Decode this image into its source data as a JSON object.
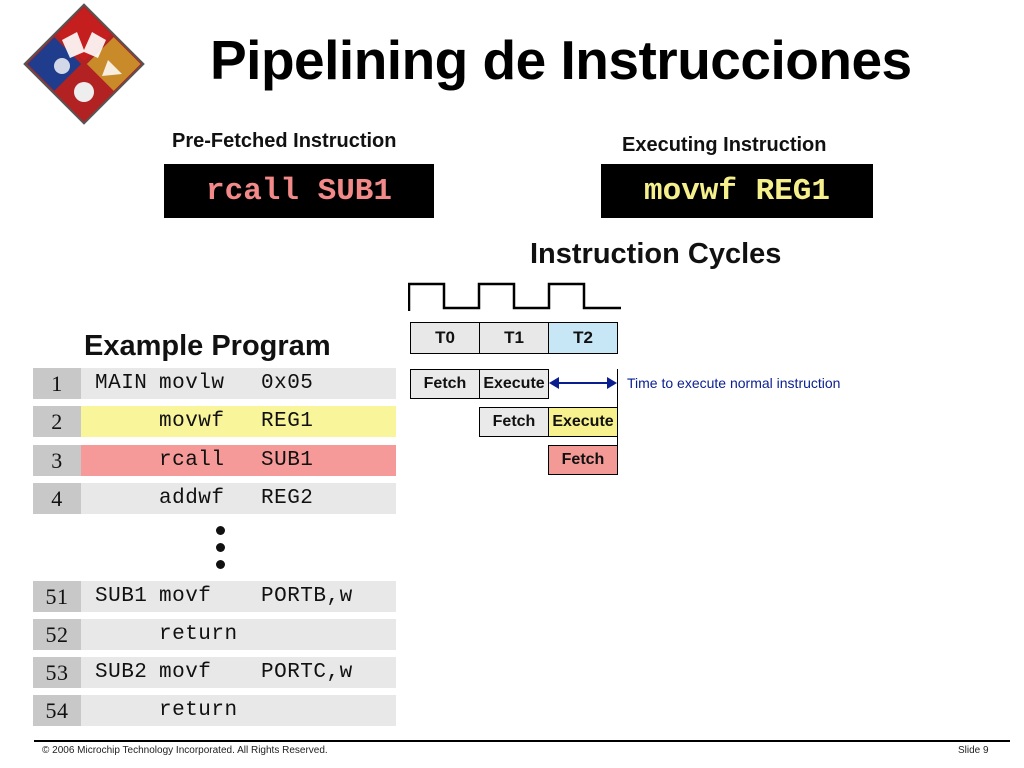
{
  "slide": {
    "title": "Pipelining de Instrucciones",
    "prefetched": {
      "label": "Pre-Fetched Instruction",
      "code": "rcall SUB1"
    },
    "executing": {
      "label": "Executing Instruction",
      "code": "movwf REG1"
    },
    "cycles": {
      "title": "Instruction Cycles",
      "headers": [
        "T0",
        "T1",
        "T2"
      ],
      "stages": {
        "fetch": "Fetch",
        "execute": "Execute"
      },
      "note": "Time to execute normal instruction"
    },
    "program": {
      "title": "Example Program",
      "rows": [
        {
          "num": "1",
          "label": "MAIN",
          "op": "movlw",
          "arg": "0x05"
        },
        {
          "num": "2",
          "label": "",
          "op": "movwf",
          "arg": "REG1"
        },
        {
          "num": "3",
          "label": "",
          "op": "rcall",
          "arg": "SUB1"
        },
        {
          "num": "4",
          "label": "",
          "op": "addwf",
          "arg": "REG2"
        },
        {
          "num": "51",
          "label": "SUB1",
          "op": "movf",
          "arg": "PORTB,w"
        },
        {
          "num": "52",
          "label": "",
          "op": "return",
          "arg": ""
        },
        {
          "num": "53",
          "label": "SUB2",
          "op": "movf",
          "arg": "PORTC,w"
        },
        {
          "num": "54",
          "label": "",
          "op": "return",
          "arg": ""
        }
      ]
    },
    "footer": {
      "copyright": "© 2006 Microchip Technology Incorporated. All Rights Reserved.",
      "slide_number": "Slide 9"
    },
    "colors": {
      "prefetch_text": "#f28a8a",
      "execute_text": "#f5f08c",
      "highlight_yellow": "#f9f59a",
      "highlight_red": "#f59a98",
      "t2_highlight": "#c7e6f6",
      "note_text": "#0a1f8f"
    },
    "icons": {
      "logo": "microchip-logo-icon"
    }
  }
}
